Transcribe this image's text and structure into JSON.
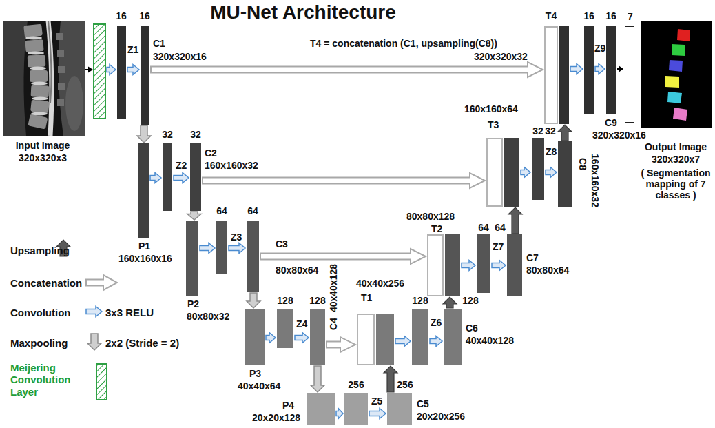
{
  "diagram": {
    "title": "MU-Net Architecture",
    "nodes": [
      {
        "text": [
          "Input Image",
          "320x320x3"
        ]
      },
      {
        "text": [
          "16"
        ]
      },
      {
        "text": [
          "16",
          "C1",
          "320x320x16"
        ]
      },
      {
        "text": [
          "P1",
          "160x160x16"
        ]
      },
      {
        "text": [
          "32"
        ]
      },
      {
        "text": [
          "32",
          "C2",
          "160x160x32"
        ]
      },
      {
        "text": [
          "P2",
          "80x80x32"
        ]
      },
      {
        "text": [
          "64"
        ]
      },
      {
        "text": [
          "64",
          "C3",
          "80x80x64"
        ]
      },
      {
        "text": [
          "P3",
          "40x40x64"
        ]
      },
      {
        "text": [
          "128"
        ]
      },
      {
        "text": [
          "128",
          "C4",
          "40x40x128"
        ]
      },
      {
        "text": [
          "P4",
          "20x20x128"
        ]
      },
      {
        "text": [
          "256"
        ]
      },
      {
        "text": [
          "256",
          "C5",
          "20x20x256"
        ]
      },
      {
        "text": [
          "40x40x256",
          "T1"
        ]
      },
      {
        "text": [
          "128"
        ]
      },
      {
        "text": [
          "128",
          "C6",
          "40x40x128"
        ]
      },
      {
        "text": [
          "80x80x128",
          "T2"
        ]
      },
      {
        "text": [
          "64"
        ]
      },
      {
        "text": [
          "64",
          "C7",
          "80x80x64"
        ]
      },
      {
        "text": [
          "160x160x64",
          "T3"
        ]
      },
      {
        "text": [
          "32"
        ]
      },
      {
        "text": [
          "32",
          "C8",
          "160x160x32"
        ]
      },
      {
        "text": [
          "T4"
        ]
      },
      {
        "text": [
          "16"
        ]
      },
      {
        "text": [
          "16",
          "C9",
          "320x320x16"
        ]
      },
      {
        "text": [
          "7"
        ]
      },
      {
        "text": [
          "Output Image",
          "320x320x7",
          "( Segmentation mapping of 7 classes )"
        ]
      }
    ],
    "edges": [
      {
        "from": 1,
        "to": 2,
        "arrow": "to"
      },
      {
        "from": 2,
        "to": 3,
        "arrow": "to"
      },
      {
        "from": 3,
        "to": 4,
        "arrow": "to"
      },
      {
        "from": 4,
        "to": 5,
        "arrow": "to"
      },
      {
        "from": 5,
        "to": 6,
        "arrow": "to"
      },
      {
        "from": 6,
        "to": 7,
        "arrow": "to"
      },
      {
        "from": 7,
        "to": 8,
        "arrow": "to"
      },
      {
        "from": 8,
        "to": 9,
        "arrow": "to"
      },
      {
        "from": 9,
        "to": 10,
        "arrow": "to"
      },
      {
        "from": 10,
        "to": 11,
        "arrow": "to"
      },
      {
        "from": 11,
        "to": 12,
        "arrow": "to"
      },
      {
        "from": 12,
        "to": 13,
        "arrow": "to"
      },
      {
        "from": 13,
        "to": 14,
        "arrow": "to"
      },
      {
        "from": 14,
        "to": 15,
        "arrow": "to"
      },
      {
        "from": 11,
        "to": 15,
        "arrow": "to"
      },
      {
        "from": 15,
        "to": 16,
        "arrow": "to"
      },
      {
        "from": 16,
        "to": 17,
        "arrow": "to"
      },
      {
        "from": 17,
        "to": 18,
        "arrow": "to"
      },
      {
        "from": 8,
        "to": 18,
        "arrow": "to"
      },
      {
        "from": 18,
        "to": 19,
        "arrow": "to"
      },
      {
        "from": 19,
        "to": 20,
        "arrow": "to"
      },
      {
        "from": 20,
        "to": 21,
        "arrow": "to"
      },
      {
        "from": 5,
        "to": 21,
        "arrow": "to"
      },
      {
        "from": 21,
        "to": 22,
        "arrow": "to"
      },
      {
        "from": 22,
        "to": 23,
        "arrow": "to"
      },
      {
        "from": 23,
        "to": 24,
        "arrow": "to"
      },
      {
        "from": 2,
        "to": 24,
        "arrow": "to"
      },
      {
        "from": 24,
        "to": 25,
        "arrow": "to"
      },
      {
        "from": 25,
        "to": 26,
        "arrow": "to"
      },
      {
        "from": 26,
        "to": 27,
        "arrow": "to"
      }
    ],
    "labels": [
      "Z1",
      "Z2",
      "Z3",
      "Z4",
      "Z5",
      "Z6",
      "Z7",
      "Z8",
      "Z9",
      "T4 = concatenation (C1, upsampling(C8))",
      "320x320x32",
      "3x3 RELU",
      "2x2 (Stride = 2)"
    ],
    "legend": [
      {
        "text": "Upsampling"
      },
      {
        "text": "Concatenation"
      },
      {
        "text": "Convolution"
      },
      {
        "text": "Maxpooling"
      },
      {
        "text": "Meijering Convolution Layer"
      }
    ]
  }
}
